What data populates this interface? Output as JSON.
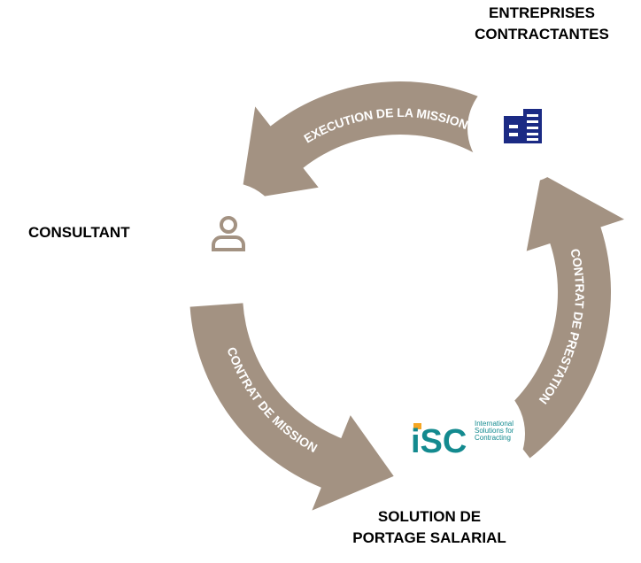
{
  "nodes": {
    "enterprises": {
      "line1": "ENTREPRISES",
      "line2": "CONTRACTANTES",
      "icon": "building-icon"
    },
    "consultant": {
      "label": "CONSULTANT",
      "icon": "person-icon"
    },
    "portage": {
      "line1": "SOLUTION DE",
      "line2": "PORTAGE SALARIAL",
      "icon": "isc-logo"
    }
  },
  "arrows": [
    {
      "label": "EXECUTION DE LA MISSION"
    },
    {
      "label": "CONTRAT DE PRESTATION"
    },
    {
      "label": "CONTRAT DE MISSION"
    }
  ],
  "logo": {
    "mark": "iSC",
    "text1": "International",
    "text2": "Solutions for",
    "text3": "Contracting"
  },
  "colors": {
    "arrow": "#a39282",
    "building": "#1b2a84",
    "person": "#a39282",
    "logo_teal": "#138a8f",
    "logo_orange": "#f5a623"
  }
}
